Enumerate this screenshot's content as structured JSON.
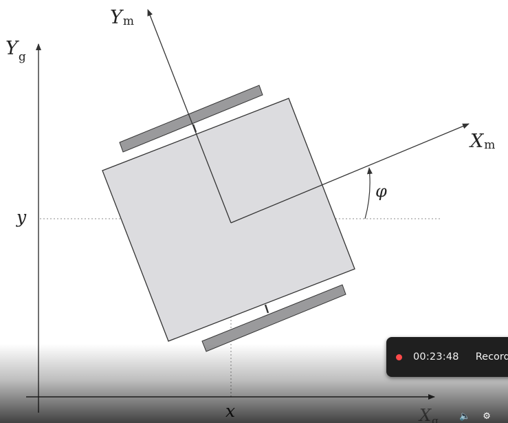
{
  "diagram": {
    "global_y_axis_label": "Y",
    "global_y_axis_sub": "g",
    "global_x_axis_label": "X",
    "global_x_axis_sub": "g",
    "robot_y_axis_label": "Y",
    "robot_y_axis_sub": "m",
    "robot_x_axis_label": "X",
    "robot_x_axis_sub": "m",
    "x_coordinate_label": "x",
    "y_coordinate_label": "y",
    "heading_angle_label": "φ",
    "colors": {
      "body_fill": "#dcdcdf",
      "wheel_fill": "#9a9a9c",
      "line": "#333333",
      "guide": "#8a8a8a"
    }
  },
  "recorder": {
    "time": "00:23:48",
    "label": "Record",
    "status_color": "#ff4a4a"
  },
  "player_controls": {
    "icons": [
      "volume-icon",
      "settings-icon"
    ]
  }
}
